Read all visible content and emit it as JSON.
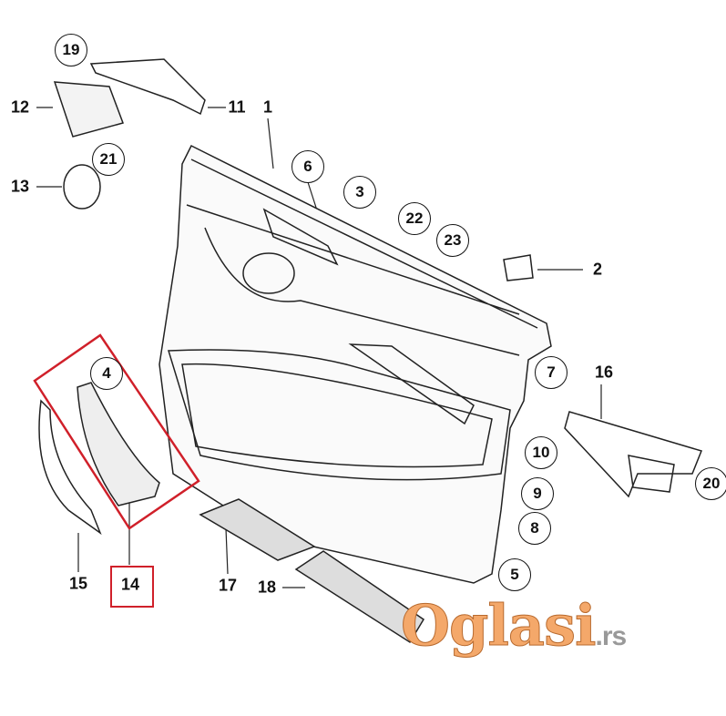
{
  "callouts": {
    "c19": "19",
    "c21": "21",
    "c6": "6",
    "c3": "3",
    "c22": "22",
    "c23": "23",
    "c4": "4",
    "c7": "7",
    "c10": "10",
    "c9": "9",
    "c8": "8",
    "c5": "5",
    "c20": "20"
  },
  "labels": {
    "l12": "12",
    "l11": "11",
    "l1": "1",
    "l13": "13",
    "l2": "2",
    "l16": "16",
    "l15": "15",
    "l14": "14",
    "l17": "17",
    "l18": "18"
  },
  "watermark": {
    "brand": "Oglasi",
    "tld": ".rs"
  },
  "colors": {
    "highlight": "#d0202a",
    "watermark": "#f4a86a"
  }
}
